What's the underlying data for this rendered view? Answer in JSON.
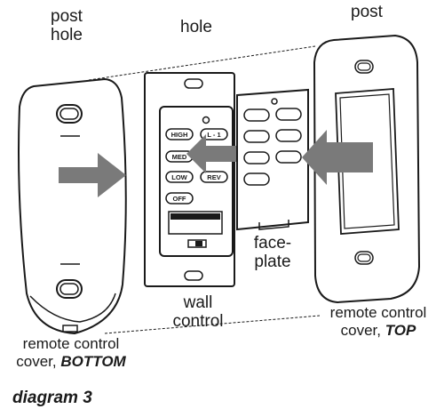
{
  "labels": {
    "post_hole_line1": "post",
    "post_hole_line2": "hole",
    "hole": "hole",
    "post": "post",
    "faceplate_line1": "face-",
    "faceplate_line2": "plate",
    "wall_control_line1": "wall",
    "wall_control_line2": "control",
    "cover_top_line1": "remote control",
    "cover_top_line2_prefix": "cover, ",
    "cover_top_line2_em": "TOP",
    "cover_bottom_line1": "remote control",
    "cover_bottom_line2_prefix": "cover, ",
    "cover_bottom_line2_em": "BOTTOM"
  },
  "wall_control_buttons": {
    "high": "HIGH",
    "light": "L - 1",
    "med": "MED",
    "low": "LOW",
    "rev": "REV",
    "off": "OFF"
  },
  "caption": "diagram 3",
  "colors": {
    "line": "#1a1a1a",
    "arrow": "#7a7a7a",
    "background": "#ffffff"
  }
}
